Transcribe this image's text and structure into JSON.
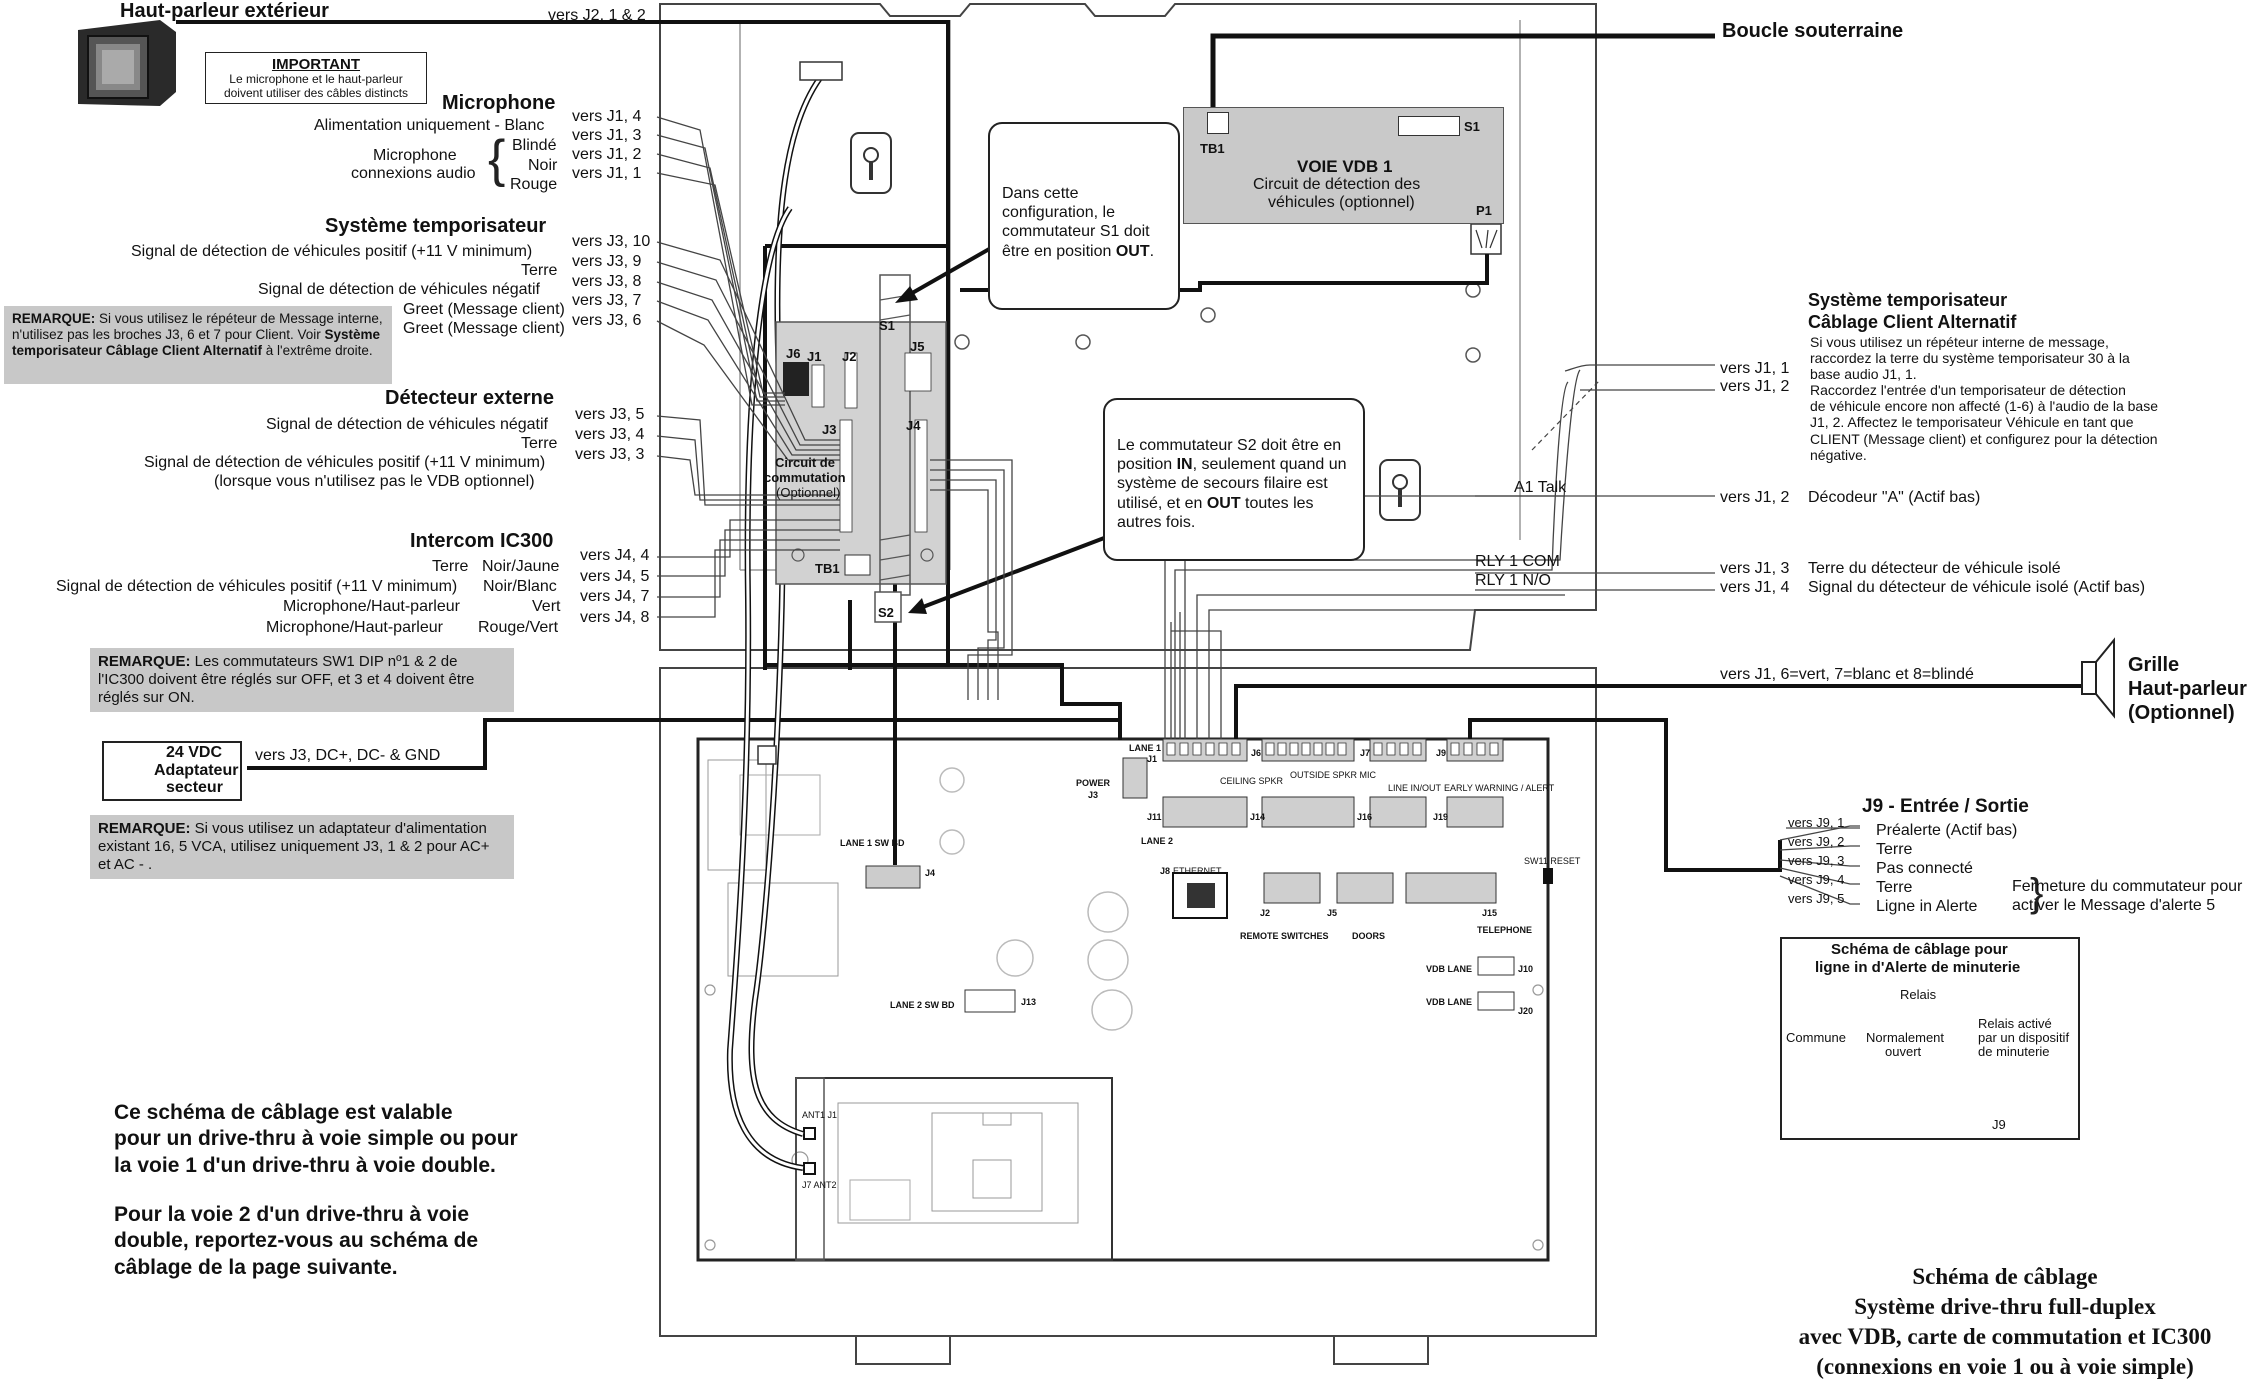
{
  "speaker": {
    "title": "Haut-parleur extérieur",
    "route": "vers J2,  1 & 2"
  },
  "important": {
    "title": "IMPORTANT",
    "text1": "Le microphone et le haut-parleur",
    "text2": "doivent utiliser des câbles distincts"
  },
  "microphone": {
    "title": "Microphone",
    "power": "Alimentation uniquement - Blanc",
    "audio1": "Microphone",
    "audio2": "connexions audio",
    "wires": [
      "Blindé",
      "Noir",
      "Rouge"
    ],
    "refs": [
      "vers J1,  4",
      "vers J1,  3",
      "vers J1,  2",
      "vers J1,  1"
    ]
  },
  "timer": {
    "title": "Système temporisateur",
    "lines": [
      "Signal de détection de véhicules positif (+11 V minimum)",
      "Terre",
      "Signal de détection de véhicules négatif",
      "Greet (Message client)",
      "Greet (Message client)"
    ],
    "refs": [
      "vers J3,  10",
      "vers J3,  9",
      "vers J3,  8",
      "vers J3,  7",
      "vers J3,  6"
    ]
  },
  "note_timer": {
    "lead": "REMARQUE:",
    "body": " Si vous utilisez le répéteur de Message interne, n'utilisez pas les broches J3, 6 et 7 pour Client. Voir ",
    "bold": "Système temporisateur Câblage Client Alternatif",
    "tail": " à l'extrême droite."
  },
  "external": {
    "title": "Détecteur externe",
    "lines": [
      "Signal de détection de véhicules négatif",
      "Terre",
      "Signal de détection de véhicules positif (+11 V minimum)",
      "(lorsque vous n'utilisez pas le VDB optionnel)"
    ],
    "refs": [
      "vers J3,  5",
      "vers J3,  4",
      "vers J3,  3"
    ]
  },
  "intercom": {
    "title": "Intercom IC300",
    "lines": [
      "Terre",
      "Signal de détection de véhicules positif (+11 V minimum)",
      "Microphone/Haut-parleur",
      "Microphone/Haut-parleur"
    ],
    "colors": [
      "Noir/Jaune",
      "Noir/Blanc",
      "Vert",
      "Rouge/Vert"
    ],
    "refs": [
      "vers J4,  4",
      "vers J4,  5",
      "vers J4,  7",
      "vers J4,  8"
    ]
  },
  "note_intercom": {
    "lead": "REMARQUE:",
    "body": " Les commutateurs SW1 DIP nº1 & 2 de l'IC300 doivent être réglés sur OFF, et 3 et 4 doivent être réglés sur ON."
  },
  "adapter": {
    "label1": "24 VDC",
    "label2": "Adaptateur",
    "label3": "secteur",
    "route": "vers J3, DC+, DC- & GND"
  },
  "note_adapter": {
    "lead": "REMARQUE:",
    "body": " Si vous utilisez un adaptateur d'alimentation existant 16, 5 VCA, utilisez uniquement J3, 1 & 2 pour AC+ et AC - ."
  },
  "vdb": {
    "title": "VOIE VDB 1",
    "line1": "Circuit de détection des",
    "line2": "véhicules (optionnel)",
    "tb1": "TB1",
    "s1": "S1",
    "p1": "P1"
  },
  "loop": "Boucle souterraine",
  "callout_s1": {
    "l1": "Dans cette",
    "l2": "configuration, le",
    "l3": "commutateur S1 doit",
    "l4": "être  en position ",
    "l4b": "OUT",
    "l4c": "."
  },
  "callout_s2": {
    "l1": "Le commutateur S2 doit être en",
    "l2a": "position ",
    "l2b": "IN",
    "l2c": ", seulement quand un",
    "l3": "système de secours filaire est",
    "l4a": "utilisé, et en ",
    "l4b": "OUT",
    "l4c": " toutes les",
    "l5": "autres fois."
  },
  "switchboard": {
    "j6": "J6",
    "j1": "J1",
    "j2": "J2",
    "j3": "J3",
    "j4": "J4",
    "j5": "J5",
    "s1": "S1",
    "s2": "S2",
    "tb1": "TB1",
    "label1": "Circuit de",
    "label2": "commutation",
    "label3": "(Optionnel)"
  },
  "alt_timer": {
    "title1": "Système temporisateur",
    "title2": "Câblage Client Alternatif",
    "refs": [
      "vers J1,  1",
      "vers J1,  2"
    ],
    "lines": [
      "Si vous utilisez un répéteur interne de message,",
      "raccordez la terre du système temporisateur 30 à la",
      "base audio J1, 1.",
      "Raccordez l'entrée d'un temporisateur de détection",
      "de véhicule encore non affecté (1-6) à l'audio de la base",
      "J1, 2. Affectez le temporisateur Véhicule en tant que",
      "CLIENT (Message client) et configurez pour la détection",
      " négative."
    ]
  },
  "a1": {
    "label": "A1 Talk",
    "ref": "vers J1,  2",
    "desc": "Décodeur \"A\" (Actif bas)"
  },
  "relay": {
    "com": "RLY 1 COM",
    "no": "RLY 1 N/O",
    "refs": [
      "vers J1,  3",
      "vers J1,  4"
    ],
    "descs": [
      "Terre du détecteur de véhicule isolé",
      "Signal du détecteur de véhicule isolé (Actif bas)"
    ]
  },
  "grille": {
    "ref": "vers J1, 6=vert, 7=blanc et 8=blindé",
    "l1": "Grille",
    "l2": "Haut-parleur",
    "l3": "(Optionnel)"
  },
  "j9": {
    "title": "J9 - Entrée / Sortie",
    "refs": [
      "vers J9,  1",
      "vers J9,  2",
      "vers J9,  3",
      "vers J9,  4",
      "vers J9,  5"
    ],
    "descs": [
      "Préalerte (Actif bas)",
      "Terre",
      "Pas connecté",
      "Terre",
      "Ligne in Alerte"
    ],
    "closure1": "Fermeture du commutateur pour",
    "closure2": "activer le Message d'alerte 5"
  },
  "minuterie": {
    "title1": "Schéma de câblage pour",
    "title2": "ligne in d'Alerte de minuterie",
    "relais": "Relais",
    "commune": "Commune",
    "normal1": "Normalement",
    "normal2": "ouvert",
    "act1": "Relais activé",
    "act2": "par un dispositif",
    "act3": "de minuterie",
    "j9": "J9"
  },
  "board": {
    "lane1": "LANE 1",
    "j1": "J1",
    "power": "POWER",
    "j3": "J3",
    "j6": "J6",
    "j7": "J7",
    "j9": "J9",
    "j11": "J11",
    "j14": "J14",
    "j16": "J16",
    "j19": "J19",
    "lane2": "LANE 2",
    "ceiling": "CEILING SPKR",
    "outside": "OUTSIDE SPKR MIC",
    "lineinout": "LINE IN/OUT",
    "early": "EARLY WARNING / ALERT",
    "lane1swbd": "LANE 1 SW BD",
    "j4": "J4",
    "lane2swbd": "LANE 2 SW BD",
    "j13": "J13",
    "ethernet": "ETHERNET",
    "j8": "J8",
    "j2": "J2",
    "j5": "J5",
    "j15": "J15",
    "remote": "REMOTE  SWITCHES",
    "doors": "DOORS",
    "telephone": "TELEPHONE",
    "vdblane1": "VDB LANE",
    "j10": "J10",
    "vdblane2": "VDB LANE",
    "j20": "J20",
    "sw": "SW11 RESET",
    "ant1": "ANT1 J1",
    "ant2": "J7 ANT2"
  },
  "validity": {
    "p1": [
      "Ce schéma de câblage est valable",
      "pour un drive-thru à voie simple ou pour",
      "la voie 1 d'un drive-thru à voie double."
    ],
    "p2": [
      "Pour la voie 2 d'un drive-thru à voie",
      "double, reportez-vous au schéma de",
      "câblage de la page suivante."
    ]
  },
  "footer": [
    "Schéma de câblage",
    "Système drive-thru full-duplex",
    "avec VDB, carte de commutation et IC300",
    "(connexions en voie 1 ou à voie simple)"
  ]
}
